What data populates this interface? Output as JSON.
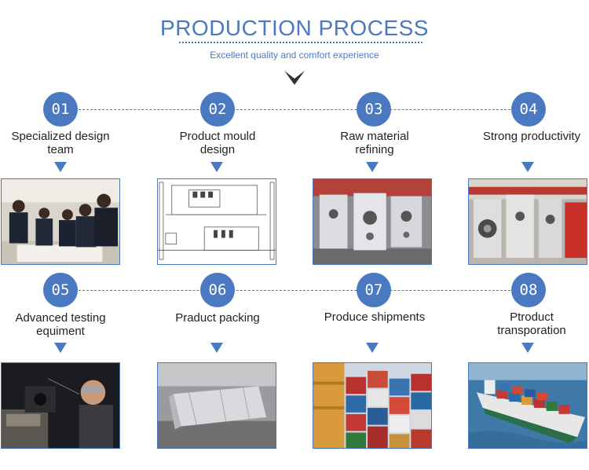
{
  "header": {
    "title": "PRODUCTION PROCESS",
    "subtitle": "Excellent quality and comfort experience"
  },
  "colors": {
    "accent": "#4a79c2",
    "text": "#222222"
  },
  "steps": [
    {
      "number": "01",
      "label_line1": "Specialized design",
      "label_line2": "team",
      "photo": "design-team-photo"
    },
    {
      "number": "02",
      "label_line1": "Product mould",
      "label_line2": "design",
      "photo": "mould-drawing-photo"
    },
    {
      "number": "03",
      "label_line1": "Raw material",
      "label_line2": "refining",
      "photo": "machine-parts-photo"
    },
    {
      "number": "04",
      "label_line1": "Strong productivity",
      "label_line2": "",
      "photo": "production-line-photo"
    },
    {
      "number": "05",
      "label_line1": "Advanced testing",
      "label_line2": "equiment",
      "photo": "testing-lab-photo"
    },
    {
      "number": "06",
      "label_line1": "Praduct packing",
      "label_line2": "",
      "photo": "packed-machine-photo"
    },
    {
      "number": "07",
      "label_line1": "Produce shipments",
      "label_line2": "",
      "photo": "shipping-containers-photo"
    },
    {
      "number": "08",
      "label_line1": "Ptroduct",
      "label_line2": "transporation",
      "photo": "cargo-ship-photo"
    }
  ]
}
